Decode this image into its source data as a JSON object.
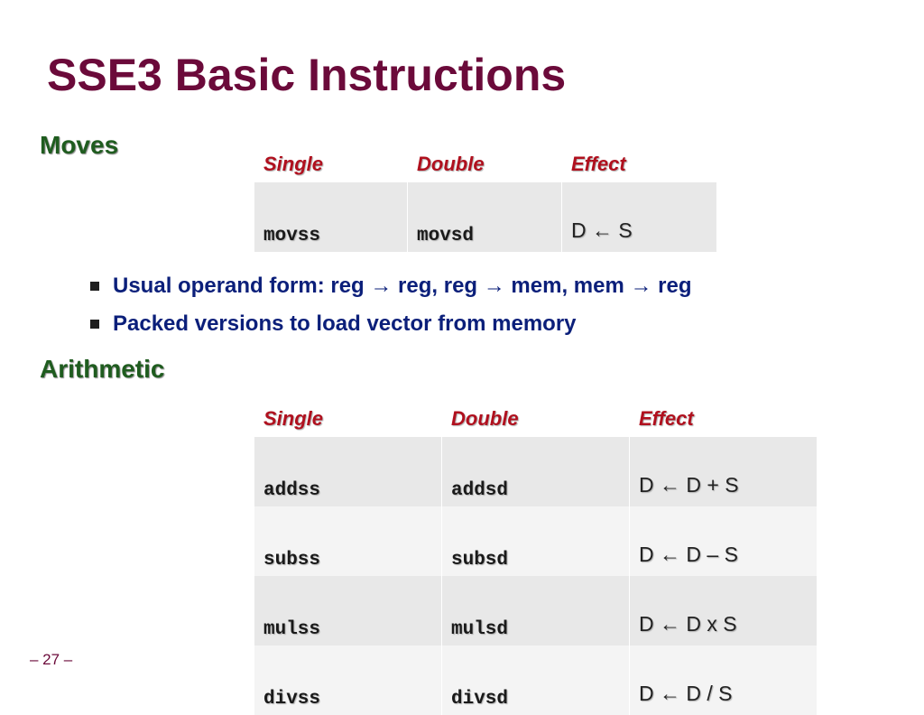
{
  "slide": {
    "title": "SSE3 Basic Instructions",
    "page_number": "– 27 –"
  },
  "moves": {
    "heading": "Moves",
    "headers": [
      "Single",
      "Double",
      "Effect"
    ],
    "rows": [
      {
        "single": "movss",
        "double": "movsd",
        "effect": "D ← S"
      }
    ],
    "bullets": [
      "Usual operand form: reg → reg, reg → mem, mem → reg",
      "Packed versions to load vector from memory"
    ]
  },
  "arithmetic": {
    "heading": "Arithmetic",
    "headers": [
      "Single",
      "Double",
      "Effect"
    ],
    "rows": [
      {
        "single": "addss",
        "double": "addsd",
        "effect": "D ← D + S"
      },
      {
        "single": "subss",
        "double": "subsd",
        "effect": "D ← D – S"
      },
      {
        "single": "mulss",
        "double": "mulsd",
        "effect": "D ← D x S"
      },
      {
        "single": "divss",
        "double": "divsd",
        "effect": "D ← D / S"
      }
    ]
  }
}
